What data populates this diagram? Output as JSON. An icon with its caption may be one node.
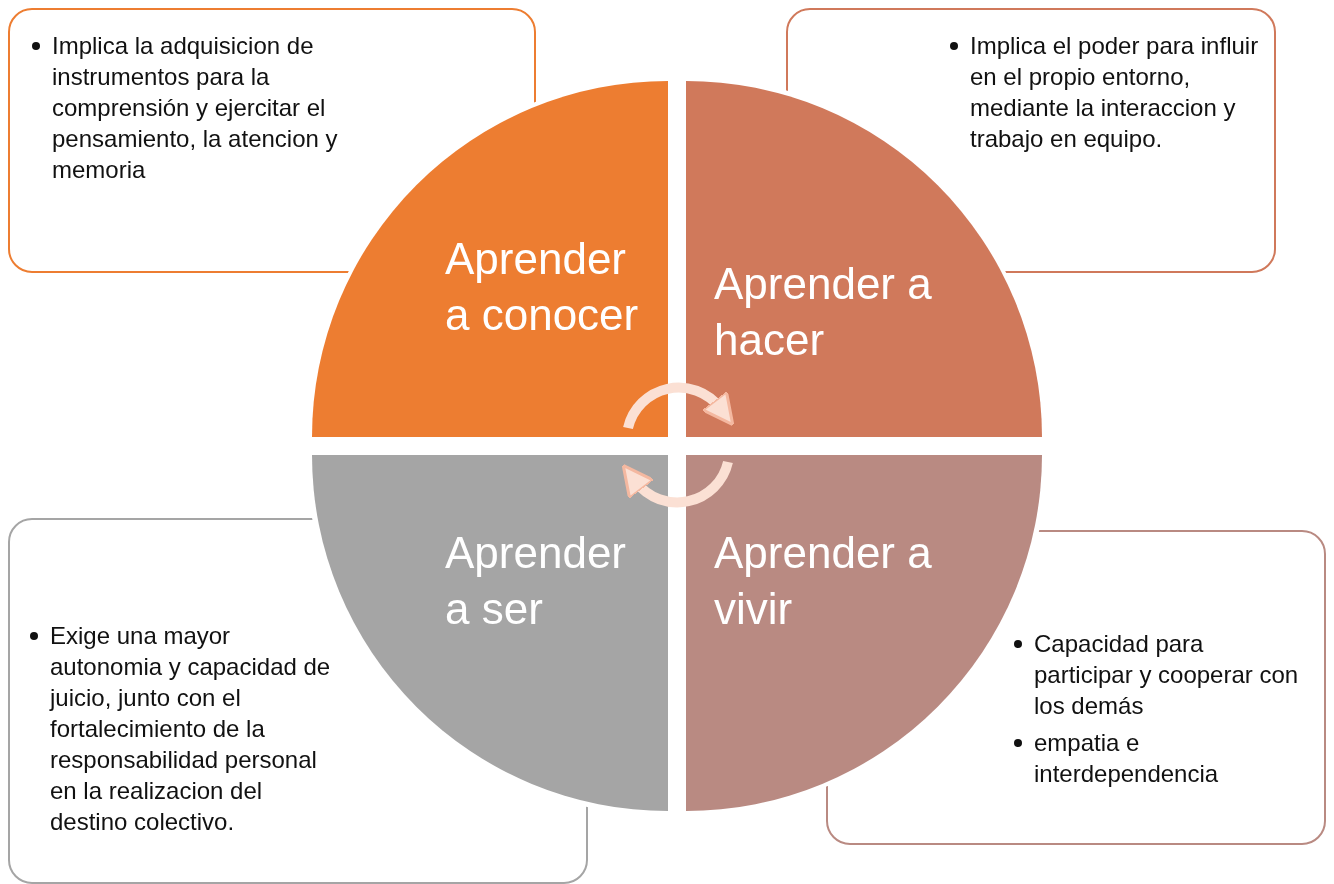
{
  "diagram": {
    "nodes": [
      {
        "text": [
          "Implica la adquisicion de instrumentos para la comprensión y ejercitar el pensamiento, la atencion y memoria"
        ]
      },
      {
        "text": [
          "Implica el poder para influir en el propio entorno, mediante la interaccion y trabajo en equipo."
        ]
      },
      {
        "text": [
          "Aprender a conocer"
        ]
      },
      {
        "text": [
          "Aprender a hacer"
        ]
      },
      {
        "text": [
          "Aprender a ser"
        ]
      },
      {
        "text": [
          "Aprender a vivir"
        ]
      },
      {
        "text": [
          "Exige una mayor autonomia y capacidad de juicio, junto con el fortalecimiento de la responsabilidad personal en la realizacion del destino colectivo."
        ]
      },
      {
        "text": [
          "Capacidad para participar y cooperar con los demás",
          "empatia e interdependencia"
        ]
      }
    ],
    "edges": [
      {
        "from": 2,
        "to": 3,
        "arrow": "to"
      },
      {
        "from": 5,
        "to": 4,
        "arrow": "to"
      }
    ]
  }
}
